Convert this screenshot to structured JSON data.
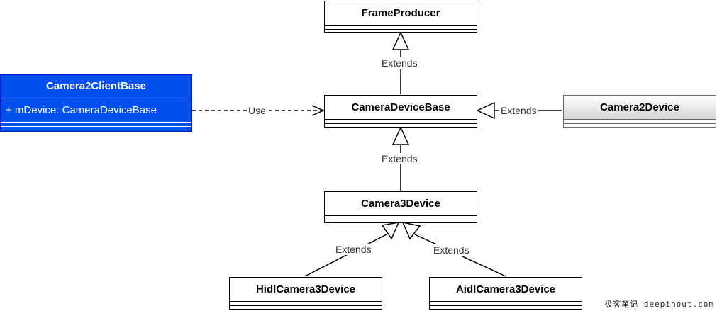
{
  "classes": {
    "frame_producer": {
      "name": "FrameProducer"
    },
    "camera_device_base": {
      "name": "CameraDeviceBase"
    },
    "camera2_device": {
      "name": "Camera2Device"
    },
    "camera3_device": {
      "name": "Camera3Device"
    },
    "hidl_camera3_device": {
      "name": "HidlCamera3Device"
    },
    "aidl_camera3_device": {
      "name": "AidlCamera3Device"
    },
    "camera2_client_base": {
      "name": "Camera2ClientBase",
      "attribute": "+ mDevice: CameraDeviceBase"
    }
  },
  "relations": {
    "base_extends_producer": "Extends",
    "camera2_extends_base": "Extends",
    "camera3_extends_base": "Extends",
    "hidl_extends_camera3": "Extends",
    "aidl_extends_camera3": "Extends",
    "client_uses_base": "Use"
  },
  "watermark": "极客笔记 deepinout.com",
  "colors": {
    "client_fill": "#0050ef",
    "client_border": "#001dbc",
    "camera2_fill": "#c8c8c8"
  }
}
